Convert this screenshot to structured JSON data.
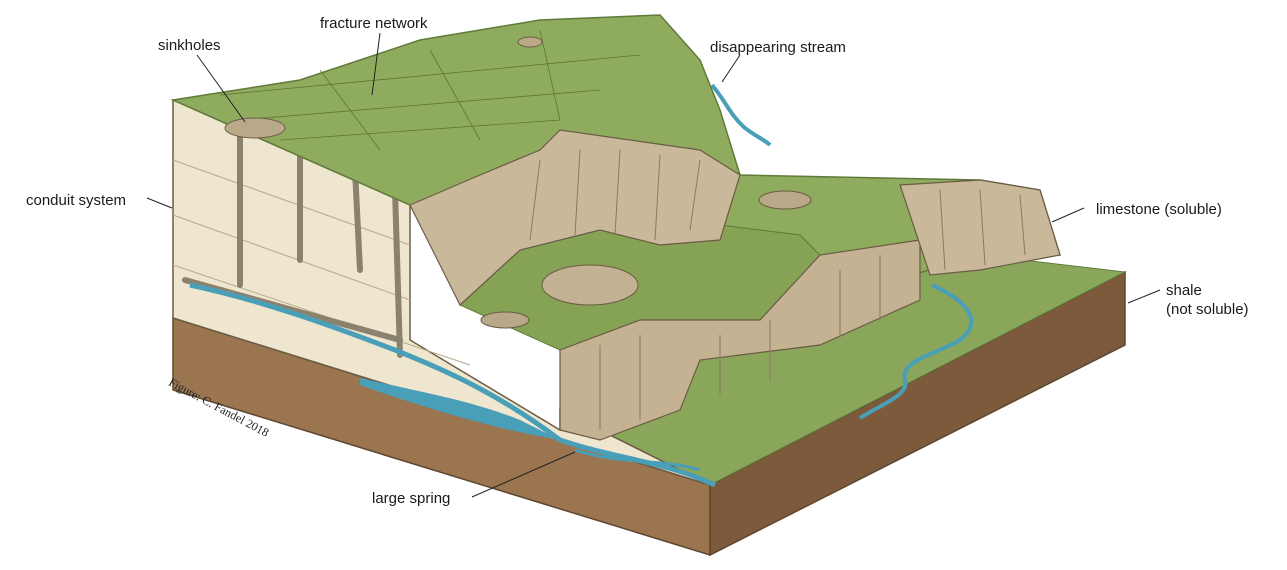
{
  "labels": {
    "fracture_network": "fracture network",
    "sinkholes": "sinkholes",
    "disappearing_stream": "disappearing stream",
    "conduit_system": "conduit system",
    "limestone": "limestone (soluble)",
    "shale_line1": "shale",
    "shale_line2": "(not soluble)",
    "large_spring": "large spring",
    "credit": "Figure: C. Fandel 2018"
  },
  "colors": {
    "grass": "#8aa65a",
    "grass_dark": "#6f8b45",
    "cliff": "#c9b89a",
    "limestone_face": "#efe6cf",
    "shale": "#9a7550",
    "water": "#4a9fb8"
  }
}
